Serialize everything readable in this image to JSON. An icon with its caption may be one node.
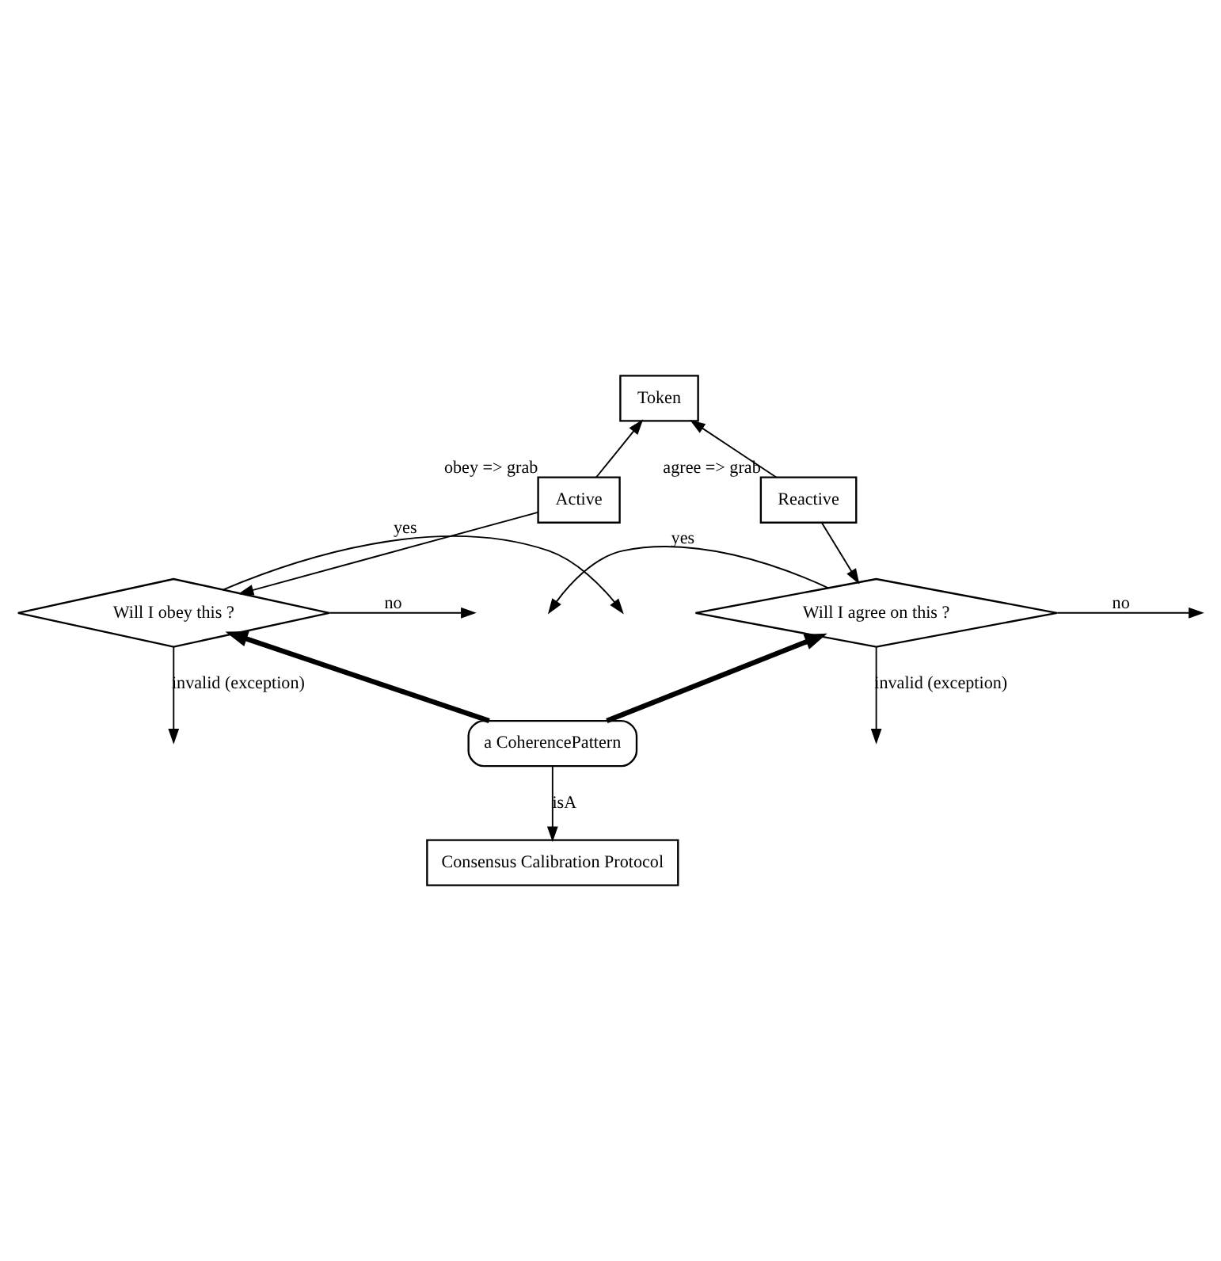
{
  "diagram": {
    "nodes": [
      {
        "text": [
          "Token"
        ]
      },
      {
        "text": [
          "Active"
        ],
        "beside": [
          "obey => grab"
        ]
      },
      {
        "text": [
          "Reactive"
        ],
        "beside": [
          "agree => grab"
        ]
      },
      {
        "text": [
          "Will I obey this ?"
        ]
      },
      {
        "text": [
          "Will I agree on this ?"
        ]
      },
      {
        "text": [
          "a CoherencePattern"
        ]
      },
      {
        "text": [
          "Consensus Calibration Protocol"
        ]
      }
    ],
    "edges": [
      {
        "from": 1,
        "to": 0,
        "arrow": "to"
      },
      {
        "from": 2,
        "to": 0,
        "arrow": "to"
      },
      {
        "from": 1,
        "to": 3,
        "arrow": "to"
      },
      {
        "from": 2,
        "to": 4,
        "arrow": "to"
      },
      {
        "from": 3,
        "to": null,
        "arrow": "to",
        "label": "yes"
      },
      {
        "from": 3,
        "to": null,
        "arrow": "to",
        "label": "no"
      },
      {
        "from": 3,
        "to": null,
        "arrow": "to",
        "label": "invalid (exception)"
      },
      {
        "from": 4,
        "to": null,
        "arrow": "to",
        "label": "yes"
      },
      {
        "from": 4,
        "to": null,
        "arrow": "to",
        "label": "no"
      },
      {
        "from": 4,
        "to": null,
        "arrow": "to",
        "label": "invalid (exception)"
      },
      {
        "from": 5,
        "to": 3,
        "arrow": "to",
        "style": "thick"
      },
      {
        "from": 5,
        "to": 4,
        "arrow": "to",
        "style": "thick"
      },
      {
        "from": 5,
        "to": 6,
        "arrow": "to",
        "label": "isA"
      }
    ]
  }
}
